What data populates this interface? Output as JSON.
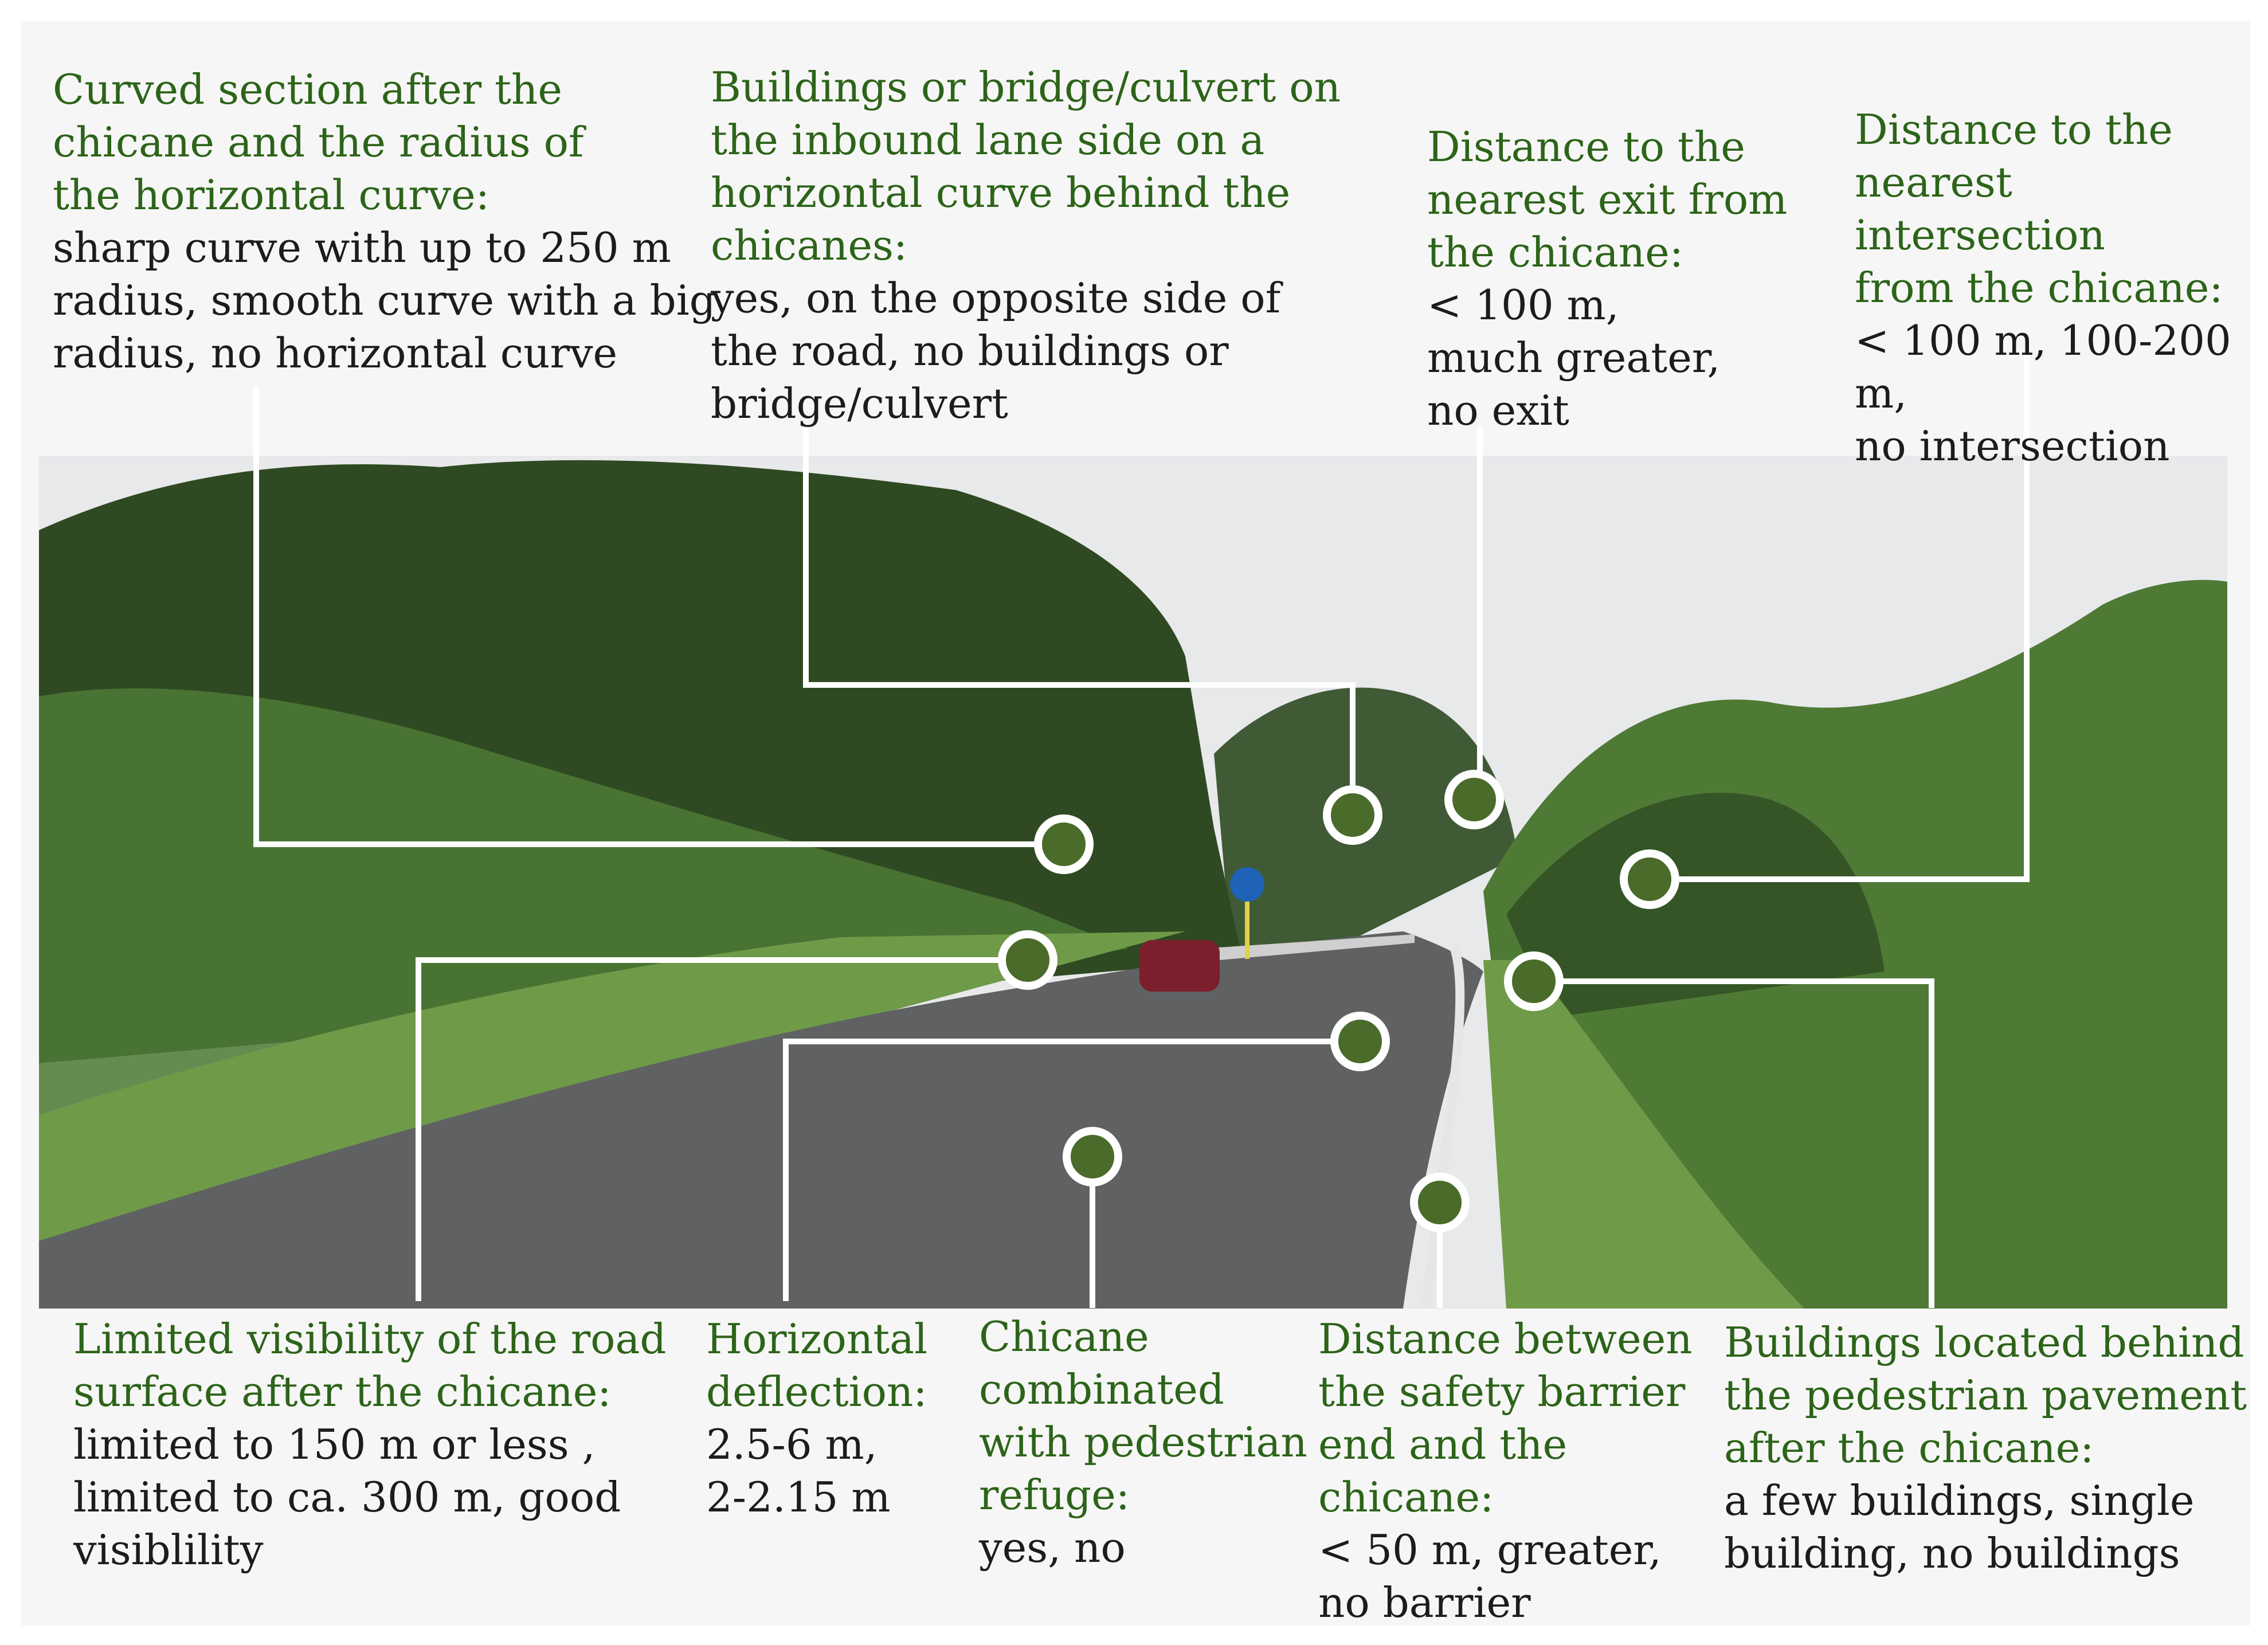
{
  "figure": {
    "colors": {
      "heading": "#2c6419",
      "values": "#1c1c1c",
      "marker_fill": "#4a6b2a",
      "leader_line": "#ffffff",
      "sky": "#e8e9eb",
      "foliage_dark": "#2f4a22",
      "foliage": "#4e7a36",
      "grass": "#6f9a48",
      "road": "#5f6163"
    },
    "marker_icon": "circle-marker-icon",
    "callouts": [
      {
        "id": "curved-section",
        "heading": "Curved section after the\nchicane and the radius of\nthe horizontal curve:",
        "values": "sharp curve with up to 250 m\nradius, smooth curve with a big\nradius, no horizontal curve"
      },
      {
        "id": "buildings-bridge",
        "heading": "Buildings or bridge/culvert on\nthe inbound lane side on a\nhorizontal curve behind the\nchicanes:",
        "values": "yes, on the opposite side of\nthe road, no buildings or\nbridge/culvert"
      },
      {
        "id": "nearest-exit",
        "heading": "Distance to the\nnearest exit  from\nthe chicane:",
        "values": "< 100 m,\nmuch greater,\nno exit"
      },
      {
        "id": "nearest-intersection",
        "heading": "Distance to the\nnearest intersection\nfrom the chicane:",
        "values": "< 100 m, 100-200 m,\nno intersection"
      },
      {
        "id": "limited-visibility",
        "heading": "Limited visibility of the road\nsurface after the chicane:",
        "values": "limited to 150 m or less ,\nlimited  to ca. 300 m, good\nvisiblility"
      },
      {
        "id": "horizontal-deflection",
        "heading": "Horizontal\ndeflection:",
        "values": "2.5-6 m,\n2-2.15 m"
      },
      {
        "id": "pedestrian-refuge",
        "heading": "Chicane\ncombinated\nwith pedestrian\nrefuge:",
        "values": "yes, no"
      },
      {
        "id": "safety-barrier",
        "heading": "Distance between\nthe safety barrier\nend and the\nchicane:",
        "values": "< 50 m, greater,\nno barrier"
      },
      {
        "id": "buildings-behind-pavement",
        "heading": "Buildings located behind\nthe pedestrian pavement\nafter the chicane:",
        "values": "a few buildings, single\nbuilding, no buildings"
      }
    ]
  }
}
